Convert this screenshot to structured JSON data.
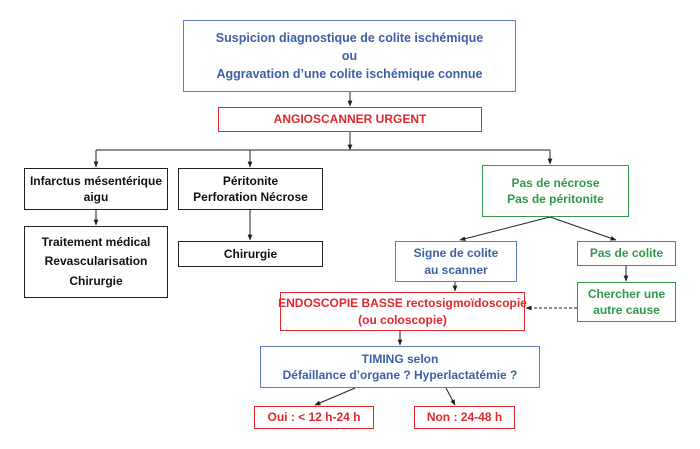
{
  "nodes": {
    "suspicion": {
      "lines": [
        "Suspicion diagnostique de colite ischémique",
        "ou",
        "Aggravation d’une colite ischémique connue"
      ]
    },
    "angioscanner": {
      "lines": [
        "ANGIOSCANNER URGENT"
      ]
    },
    "infarctus": {
      "lines": [
        "Infarctus mésentérique",
        "aigu"
      ]
    },
    "traitement": {
      "lines": [
        "Traitement médical",
        "Revascularisation",
        "Chirurgie"
      ]
    },
    "peritonite": {
      "lines": [
        "Péritonite",
        "Perforation Nécrose"
      ]
    },
    "chirurgie": {
      "lines": [
        "Chirurgie"
      ]
    },
    "pas_necrose": {
      "lines": [
        "Pas de nécrose",
        "Pas de péritonite"
      ]
    },
    "signe_colite": {
      "lines": [
        "Signe de colite",
        "au scanner"
      ]
    },
    "pas_colite": {
      "lines": [
        "Pas de colite"
      ]
    },
    "chercher": {
      "lines": [
        "Chercher une",
        "autre cause"
      ]
    },
    "endoscopie": {
      "lines": [
        "ENDOSCOPIE BASSE rectosigmoïdoscopie",
        "(ou coloscopie)"
      ]
    },
    "timing": {
      "lines": [
        "TIMING selon",
        "Défaillance d’organe ? Hyperlactatémie ?"
      ]
    },
    "oui": {
      "lines": [
        "Oui : < 12 h-24 h"
      ]
    },
    "non": {
      "lines": [
        "Non : 24-48 h"
      ]
    }
  }
}
